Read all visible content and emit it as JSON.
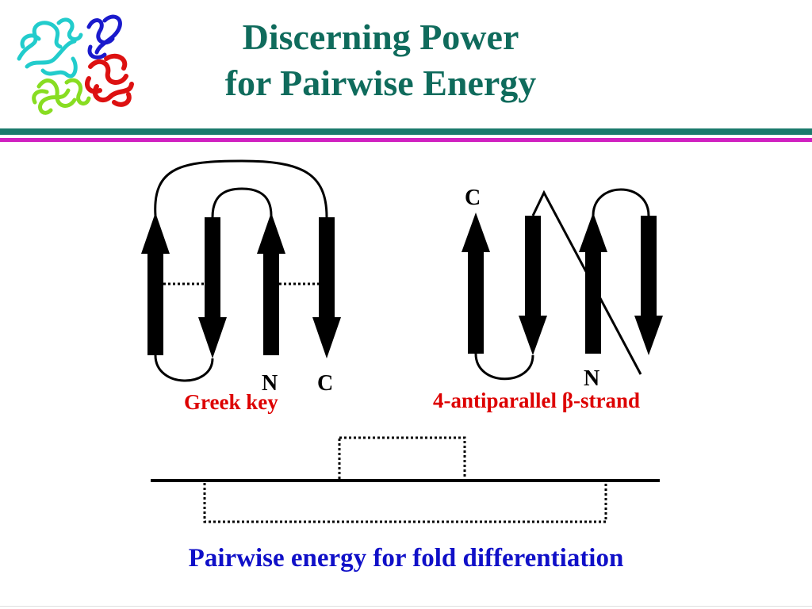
{
  "slide": {
    "title_line1": "Discerning Power",
    "title_line2": "for Pairwise Energy",
    "caption": "Pairwise energy for fold differentiation"
  },
  "diagrams": {
    "greek_key": {
      "label": "Greek key",
      "n_label": "N",
      "c_label": "C"
    },
    "antiparallel": {
      "label_prefix": "4-antiparallel ",
      "label_greek": "β",
      "label_suffix": "-strand",
      "n_label": "N",
      "c_label": "C"
    }
  },
  "icons": {
    "logo": "protein-structure-icon"
  },
  "colors": {
    "title": "#0f6b5c",
    "rule_teal": "#1a7a6c",
    "rule_magenta": "#d020c0",
    "diagram_label": "#dd0000",
    "caption": "#1010c8",
    "strand": "#000000",
    "protein_cyan": "#22cccc",
    "protein_blue": "#1a1acc",
    "protein_green": "#88dd22",
    "protein_red": "#dd1111"
  }
}
